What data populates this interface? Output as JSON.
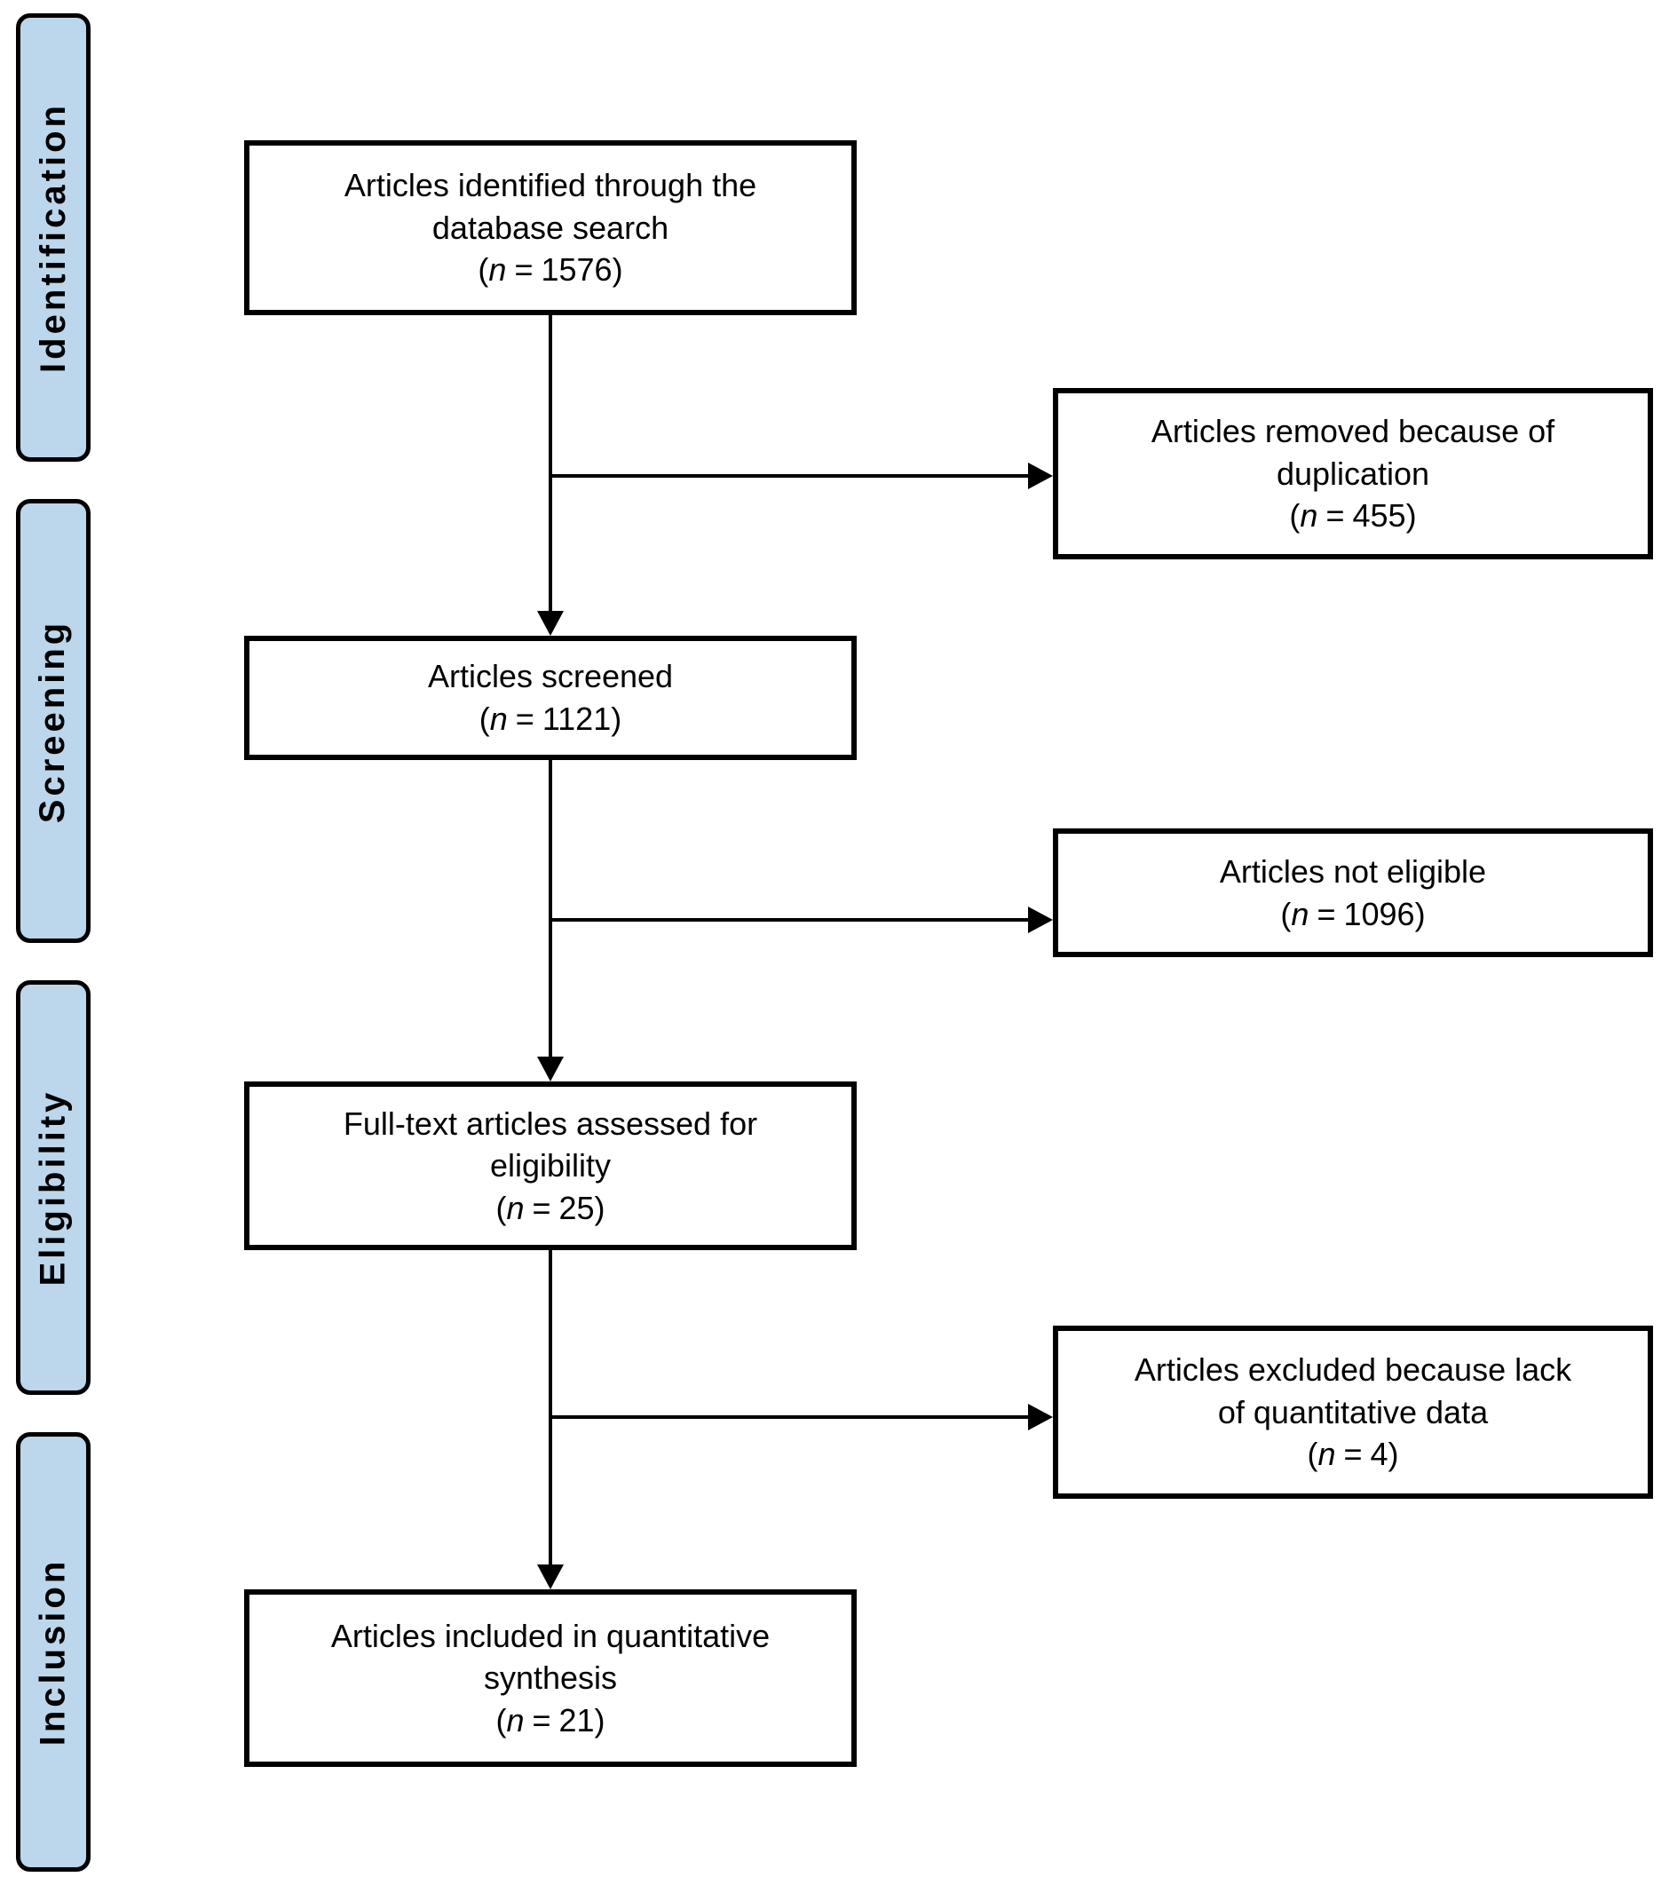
{
  "colors": {
    "background": "#FFFFFF",
    "stage_fill": "#BCD6EC",
    "stage_border": "#000000",
    "box_border": "#000000",
    "line": "#000000",
    "text": "#000000"
  },
  "n_format": {
    "open": "(",
    "var": "n",
    "eq": "=",
    "close": ")"
  },
  "sidebar": {
    "stages": [
      {
        "label": "Identification"
      },
      {
        "label": "Screening"
      },
      {
        "label": "Eligibility"
      },
      {
        "label": "Inclusion"
      }
    ]
  },
  "flow": {
    "main_boxes": [
      {
        "lines": [
          "Articles identified through the",
          "database search"
        ],
        "n_value": "1576"
      },
      {
        "lines": [
          "Articles screened"
        ],
        "n_value": "1121"
      },
      {
        "lines": [
          "Full-text articles assessed for",
          "eligibility"
        ],
        "n_value": "25"
      },
      {
        "lines": [
          "Articles included in quantitative",
          "synthesis"
        ],
        "n_value": "21"
      }
    ],
    "side_boxes": [
      {
        "lines": [
          "Articles removed because of",
          "duplication"
        ],
        "n_value": "455"
      },
      {
        "lines": [
          "Articles not eligible"
        ],
        "n_value": "1096"
      },
      {
        "lines": [
          "Articles excluded because lack",
          "of quantitative data"
        ],
        "n_value": "4"
      }
    ]
  }
}
